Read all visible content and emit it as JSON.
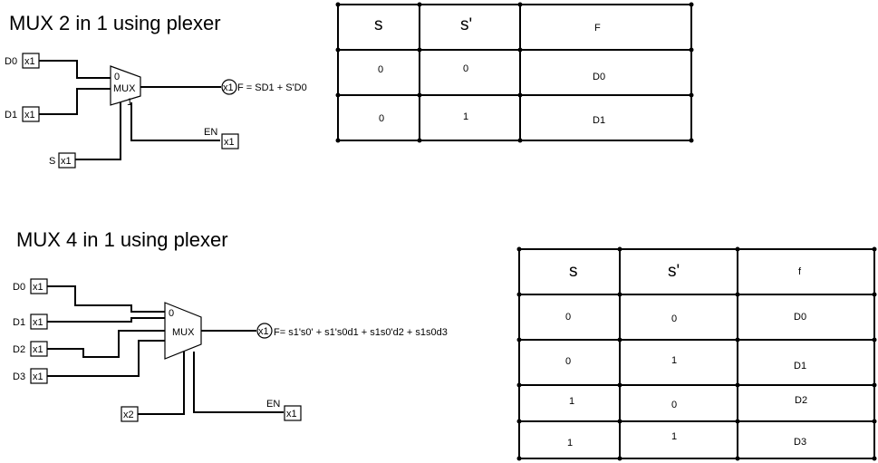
{
  "circuit1": {
    "title": "MUX 2 in 1 using plexer",
    "inputs": [
      {
        "label": "D0",
        "width": "x1"
      },
      {
        "label": "D1",
        "width": "x1"
      },
      {
        "label": "S",
        "width": "x1"
      }
    ],
    "mux_label": "MUX",
    "mux_pin0": "0",
    "mux_pin1": "1",
    "enable_label": "EN",
    "enable_width": "x1",
    "output_width": "x1",
    "formula": "F = SD1 + S'D0",
    "table": {
      "headers": [
        "s",
        "s'",
        "F"
      ],
      "rows": [
        [
          "0",
          "0",
          "D0"
        ],
        [
          "0",
          "1",
          "D1"
        ]
      ]
    }
  },
  "circuit2": {
    "title": "MUX 4 in 1 using plexer",
    "inputs": [
      {
        "label": "D0",
        "width": "x1"
      },
      {
        "label": "D1",
        "width": "x1"
      },
      {
        "label": "D2",
        "width": "x1"
      },
      {
        "label": "D3",
        "width": "x1"
      }
    ],
    "select_width": "x2",
    "mux_label": "MUX",
    "mux_pin0": "0",
    "enable_label": "EN",
    "enable_width": "x1",
    "output_width": "x1",
    "formula": "F= s1's0' + s1's0d1 + s1s0'd2 + s1s0d3",
    "table": {
      "headers": [
        "s",
        "s'",
        "f"
      ],
      "rows": [
        [
          "0",
          "0",
          "D0"
        ],
        [
          "0",
          "1",
          "D1"
        ],
        [
          "1",
          "0",
          "D2"
        ],
        [
          "1",
          "1",
          "D3"
        ]
      ]
    }
  }
}
